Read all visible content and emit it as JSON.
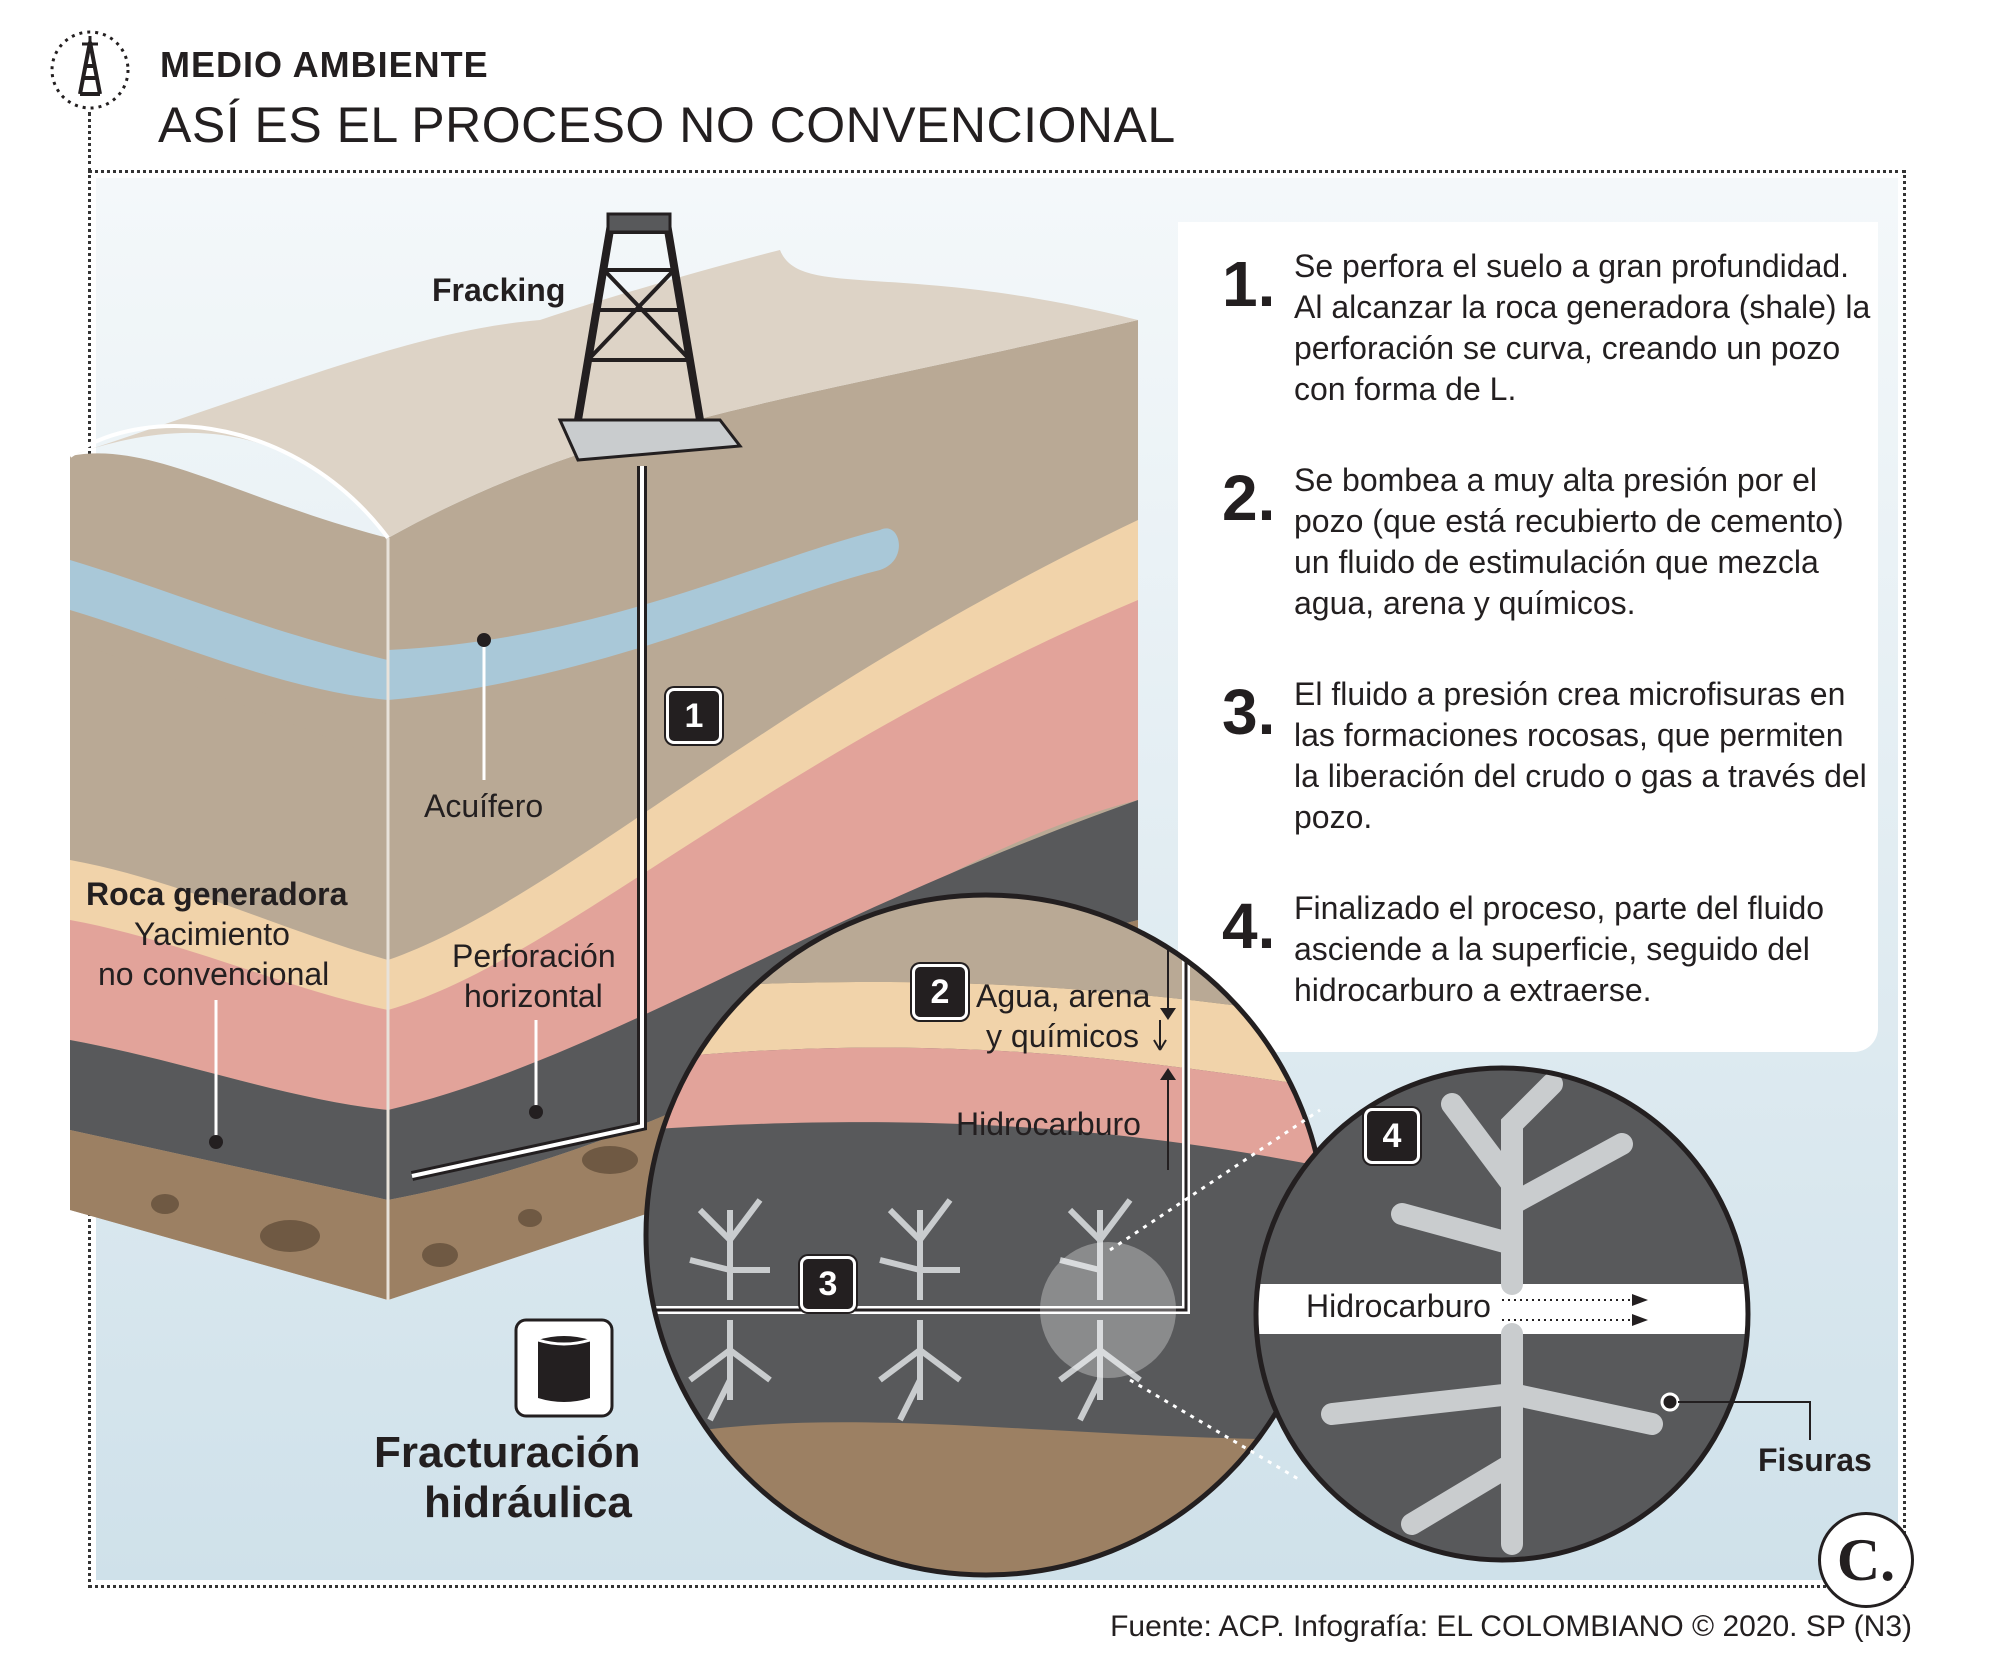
{
  "header": {
    "section": "MEDIO AMBIENTE",
    "title": "ASÍ ES EL PROCESO NO CONVENCIONAL"
  },
  "diagram": {
    "fracking_label": "Fracking",
    "aquifer_label": "Acuífero",
    "source_rock_label": "Roca generadora",
    "source_rock_sub1": "Yacimiento",
    "source_rock_sub2": "no convencional",
    "horizontal_label1": "Perforación",
    "horizontal_label2": "horizontal",
    "fluid_label1": "Agua, arena",
    "fluid_label2": "y químicos",
    "hydrocarbon_label": "Hidrocarburo",
    "pipe_hydrocarbon_label": "Hidrocarburo",
    "fissures_label": "Fisuras",
    "fracturing_label1": "Fracturación",
    "fracturing_label2": "hidráulica",
    "markers": [
      "1",
      "2",
      "3",
      "4"
    ]
  },
  "steps": [
    {
      "num": "1.",
      "text": "Se perfora el suelo a gran profundidad. Al alcanzar la roca generadora (shale) la perforación se curva, creando un pozo con forma de L."
    },
    {
      "num": "2.",
      "text": "Se bombea a muy alta presión por el pozo (que está recubierto de cemento) un fluido de estimulación que mezcla agua, arena y químicos."
    },
    {
      "num": "3.",
      "text": "El fluido a presión crea microfisuras en las formaciones rocosas, que permiten la liberación del crudo o gas a través del pozo."
    },
    {
      "num": "4.",
      "text": "Finalizado el proceso, parte del fluido asciende a la superficie, seguido del hidrocarburo a extraerse."
    }
  ],
  "logo_letter": "C.",
  "source": "Fuente: ACP. Infografía: EL COLOMBIANO © 2020. SP (N3)",
  "colors": {
    "sky": "#d7e6ee",
    "surface": "#ddd3c6",
    "soil": "#b9a995",
    "aquifer": "#a9c8d8",
    "sand": "#f1d3aa",
    "pink": "#e2a39a",
    "shale": "#58595b",
    "bedrock": "#9c8063"
  }
}
